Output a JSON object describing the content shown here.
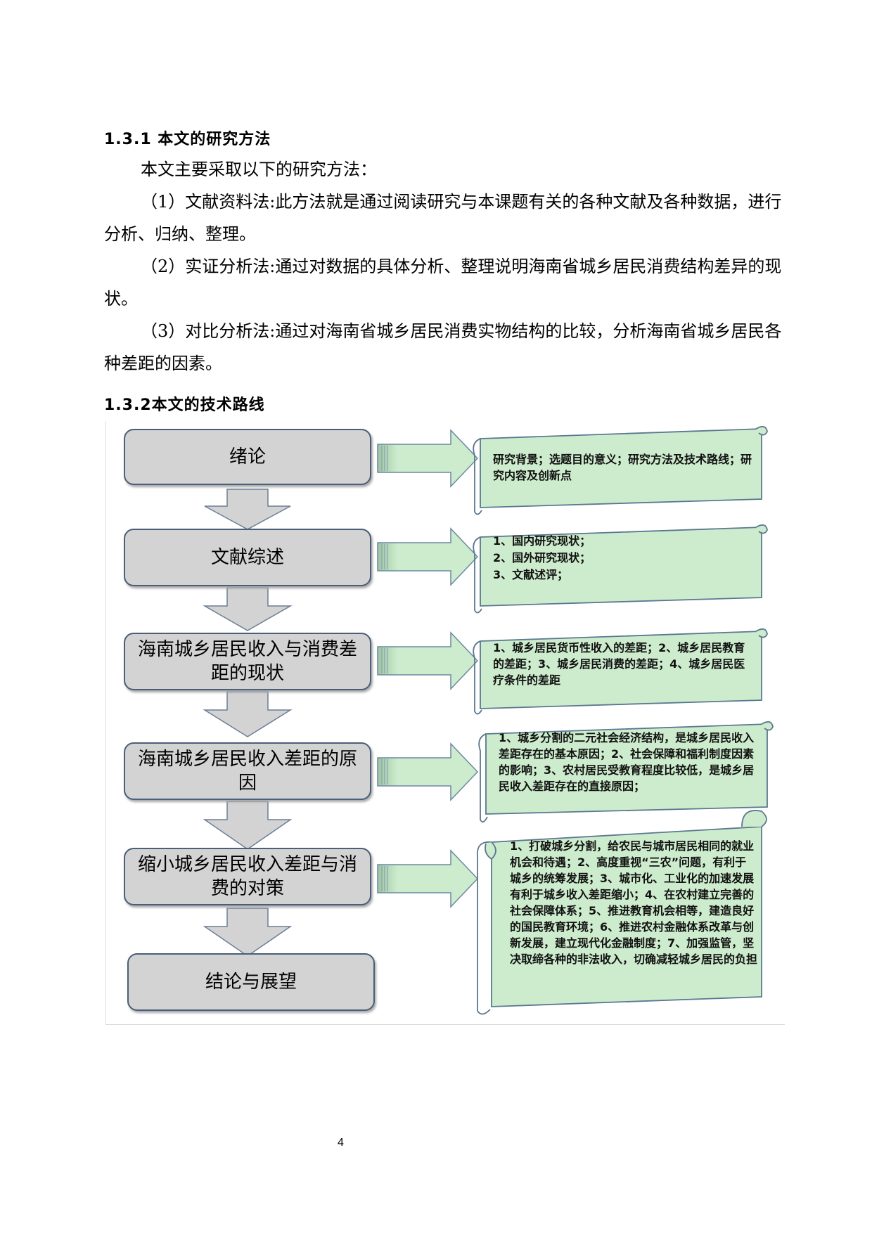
{
  "section_1": {
    "heading": "1.3.1 本文的研究方法",
    "intro": "本文主要采取以下的研究方法：",
    "methods": [
      "（1）文献资料法:此方法就是通过阅读研究与本课题有关的各种文献及各种数据，进行分析、归纳、整理。",
      "（2）实证分析法:通过对数据的具体分析、整理说明海南省城乡居民消费结构差异的现状。",
      "（3）对比分析法:通过对海南省城乡居民消费实物结构的比较，分析海南省城乡居民各种差距的因素。"
    ]
  },
  "section_2": {
    "heading": "1.3.2本文的技术路线"
  },
  "flowchart": {
    "stages": [
      "绪论",
      "文献综述",
      "海南城乡居民收入与消费差距的现状",
      "海南城乡居民收入差距的原因",
      "缩小城乡居民收入差距与消费的对策",
      "结论与展望"
    ],
    "notes": [
      "研究背景；选题目的意义；研究方法及技术路线；研究内容及创新点",
      "1、国内研究现状；\n2、国外研究现状；\n3、文献述评；",
      "1、城乡居民货币性收入的差距；2、城乡居民教育的差距；3、城乡居民消费的差距；4、城乡居民医疗条件的差距",
      "1、城乡分割的二元社会经济结构，是城乡居民收入差距存在的基本原因；2、社会保障和福利制度因素的影响；3、农村居民受教育程度比较低，是城乡居民收入差距存在的直接原因；",
      "1、打破城乡分割，给农民与城市居民相同的就业机会和待遇；2、高度重视“三农”问题，有利于城乡的统筹发展；3、城市化、工业化的加速发展有利于城乡收入差距缩小；4、在农村建立完善的社会保障体系；5、推进教育机会相等，建造良好的国民教育环境；6、推进农村金融体系改革与创新发展，建立现代化金融制度；7、加强监管，坚决取缔各种的非法收入，切确减轻城乡居民的负担"
    ],
    "colors": {
      "stage_fill": "#d3d3d3",
      "stage_border": "#4a5f78",
      "note_fill": "#cdeccd",
      "note_border": "#5a7890",
      "arrow_fill": "#d3d3d3"
    }
  },
  "page_number": "4"
}
